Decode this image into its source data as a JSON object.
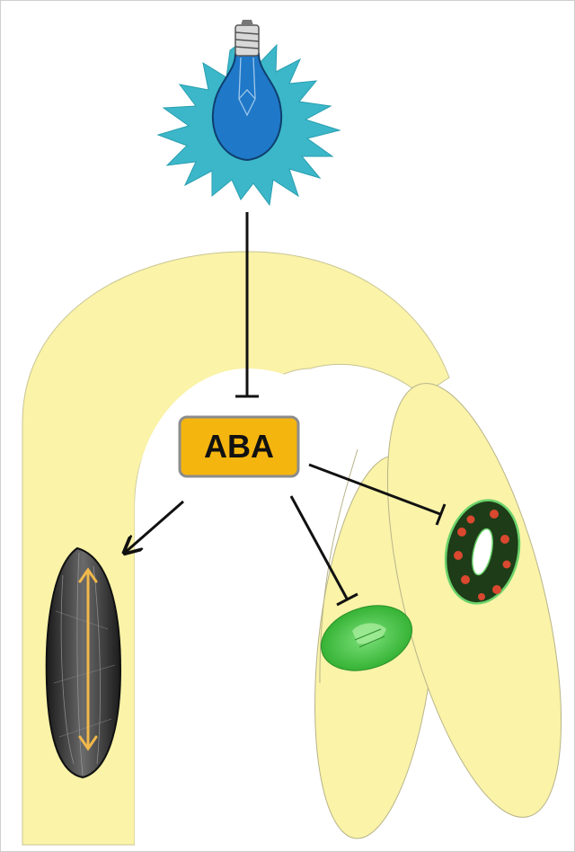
{
  "diagram": {
    "node_label": "ABA",
    "colors": {
      "seedling": "#FAF3A8",
      "seedling_outline": "#B8B48A",
      "aba_box": "#F5B50F",
      "aba_box_border": "#8C8C8C",
      "bulb": "#1F78C8",
      "light_rays": "#3BB7C9",
      "arrow": "#111111",
      "hypocotyl_cell": "#3A3A3A",
      "elongation_marker": "#F2B84B",
      "chloroplast_cell": "#3FBE3C",
      "stomata": "#1E3C18"
    },
    "icons": {
      "light_source": "light-bulb-icon",
      "elongating_cell": "hypocotyl-cell-icon",
      "chloroplast": "chloroplast-icon",
      "guard_cells": "stomata-icon"
    },
    "edges": [
      {
        "from": "light",
        "to": "ABA",
        "type": "inhibition"
      },
      {
        "from": "ABA",
        "to": "hypocotyl_cell",
        "type": "activation"
      },
      {
        "from": "ABA",
        "to": "chloroplast",
        "type": "inhibition"
      },
      {
        "from": "ABA",
        "to": "stomata",
        "type": "inhibition"
      }
    ]
  }
}
